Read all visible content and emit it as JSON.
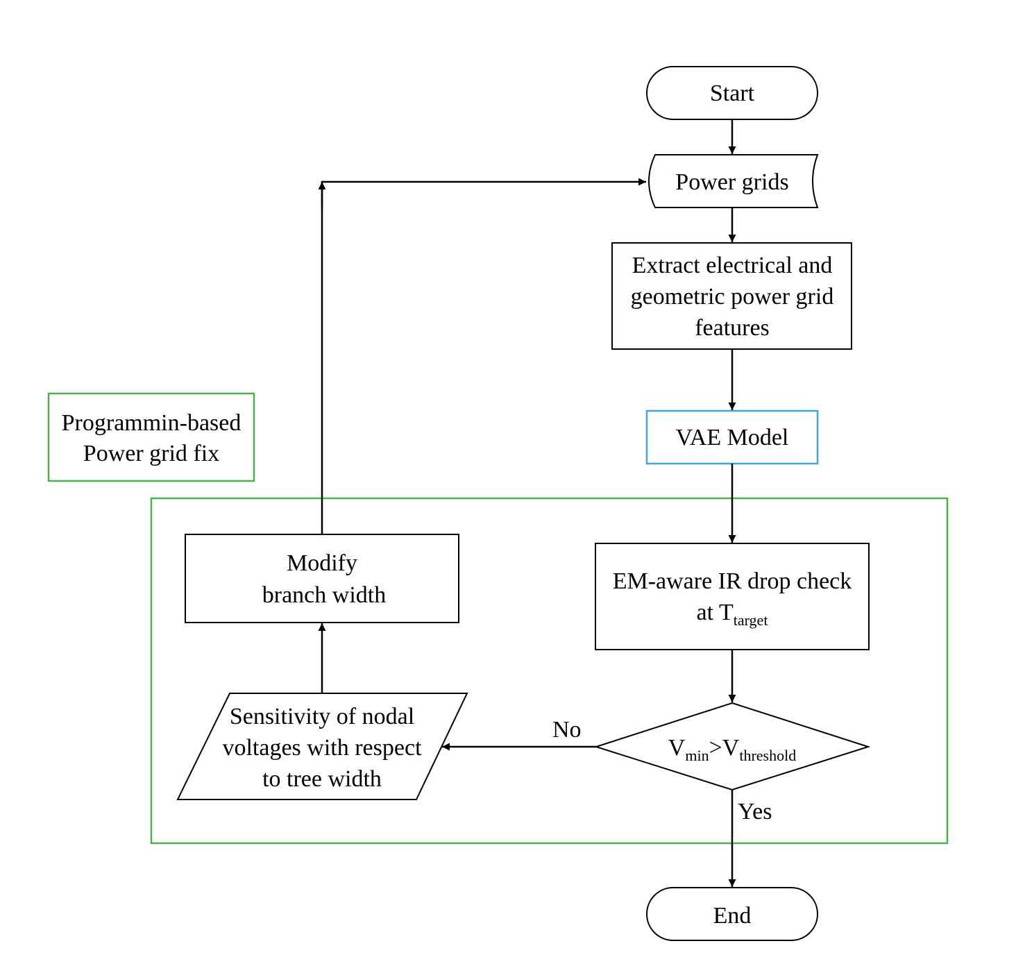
{
  "flowchart": {
    "nodes": {
      "start": "Start",
      "power_grids": "Power grids",
      "extract_features": [
        "Extract electrical and",
        "geometric power grid",
        "features"
      ],
      "vae_model": "VAE Model",
      "ir_drop_check": {
        "line1": "EM-aware IR drop check",
        "line2_prefix": "at T",
        "line2_subscript": "target"
      },
      "decision": {
        "v1": "V",
        "v1_subscript": "min",
        "operator": ">",
        "v2": "V",
        "v2_subscript": "threshold"
      },
      "sensitivity": [
        "Sensitivity of nodal",
        "voltages with respect",
        "to tree width"
      ],
      "modify_width": [
        "Modify",
        "branch width"
      ],
      "end": "End"
    },
    "edge_labels": {
      "no": "No",
      "yes": "Yes"
    },
    "legend": [
      "Programmin-based",
      "Power grid fix"
    ],
    "colors": {
      "stroke": "#000000",
      "vae_border": "#42a5dc",
      "fix_region_border": "#4caf50",
      "background": "#ffffff"
    }
  }
}
